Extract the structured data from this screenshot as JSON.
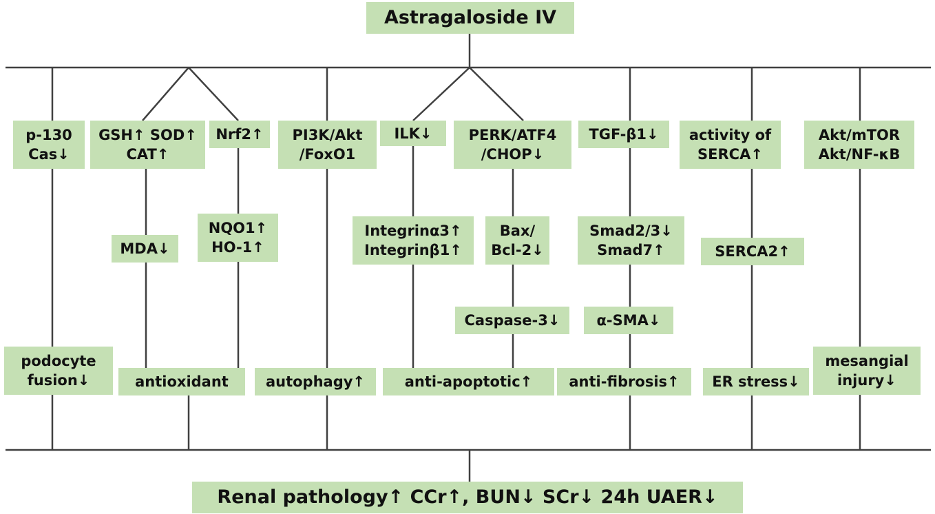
{
  "top": "Astragaloside IV",
  "bottom": "Renal pathology↑ CCr↑, BUN↓ SCr↓ 24h UAER↓",
  "nodes": {
    "p130": "p-130\nCas↓",
    "gsh": "GSH↑ SOD↑\nCAT↑",
    "nrf2": "Nrf2↑",
    "pi3k": "PI3K/Akt\n/FoxO1",
    "ilk": "ILK↓",
    "perk": "PERK/ATF4\n/CHOP↓",
    "tgf": "TGF-β1↓",
    "serca_activity": "activity of\nSERCA↑",
    "akt": "Akt/mTOR\nAkt/NF-κB",
    "mda": "MDA↓",
    "nqo1": "NQO1↑\nHO-1↑",
    "integrin": "Integrinα3↑\nIntegrinβ1↑",
    "bax": "Bax/\nBcl-2↓",
    "smad": "Smad2/3↓\nSmad7↑",
    "serca2": "SERCA2↑",
    "caspase": "Caspase-3↓",
    "asma": "α-SMA↓",
    "podocyte": "podocyte\nfusion↓",
    "antioxidant": "antioxidant",
    "autophagy": "autophagy↑",
    "antiapoptotic": "anti-apoptotic↑",
    "antifibrosis": "anti-fibrosis↑",
    "erstress": "ER stress↓",
    "mesangial": "mesangial\ninjury↓"
  },
  "colors": {
    "box_fill": "#c5e0b4",
    "line": "#404040",
    "text": "#111111"
  }
}
